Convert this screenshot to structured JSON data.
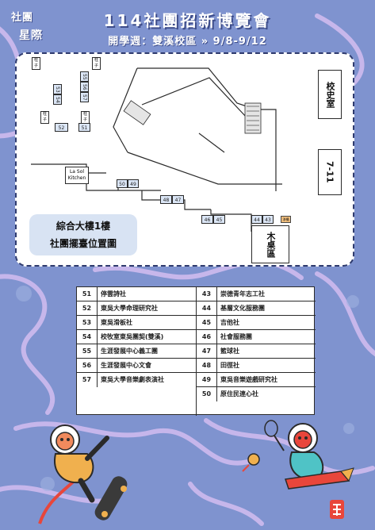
{
  "logo": {
    "line1": "社團",
    "line2": "星際"
  },
  "header": {
    "title": "114社團招新博覽會",
    "subtitle": "開學週：雙溪校區 » 9/8-9/12"
  },
  "map": {
    "label_line1": "綜合大樓1樓",
    "label_line2": "社團擺臺位置圖",
    "pillar_label": "柱子",
    "kitchen_line1": "La Sol",
    "kitchen_line2": "Kitchen",
    "trash_label": "淨桶",
    "buildings": {
      "history": "校史室",
      "store": "7-11",
      "mu": "木桌區"
    },
    "booths": {
      "b51": "51",
      "b52": "52",
      "b53": "53",
      "b54": "54",
      "b55": "55",
      "b56": "56",
      "b57": "57",
      "b43": "43",
      "b44": "44",
      "b45": "45",
      "b46": "46",
      "b47": "47",
      "b48": "48",
      "b49": "49",
      "b50": "50"
    }
  },
  "clubs_left": [
    {
      "num": "51",
      "name": "停雲詩社"
    },
    {
      "num": "52",
      "name": "東吳大學命理研究社"
    },
    {
      "num": "53",
      "name": "東吳滑板社"
    },
    {
      "num": "54",
      "name": "校牧室東吳團契(雙溪)"
    },
    {
      "num": "55",
      "name": "生涯發展中心義工團"
    },
    {
      "num": "56",
      "name": "生涯發展中心文會"
    },
    {
      "num": "57",
      "name": "東吳大學音樂劇表演社"
    }
  ],
  "clubs_right": [
    {
      "num": "43",
      "name": "崇德青年志工社"
    },
    {
      "num": "44",
      "name": "基層文化服務團"
    },
    {
      "num": "45",
      "name": "吉他社"
    },
    {
      "num": "46",
      "name": "社會服務團"
    },
    {
      "num": "47",
      "name": "籃球社"
    },
    {
      "num": "48",
      "name": "田徑社"
    },
    {
      "num": "49",
      "name": "東吳音樂遊戲研究社"
    },
    {
      "num": "50",
      "name": "原住民連心社"
    }
  ],
  "colors": {
    "background": "#7f93cf",
    "swirl": "#c8b6ea",
    "accent": "#e8463b"
  }
}
